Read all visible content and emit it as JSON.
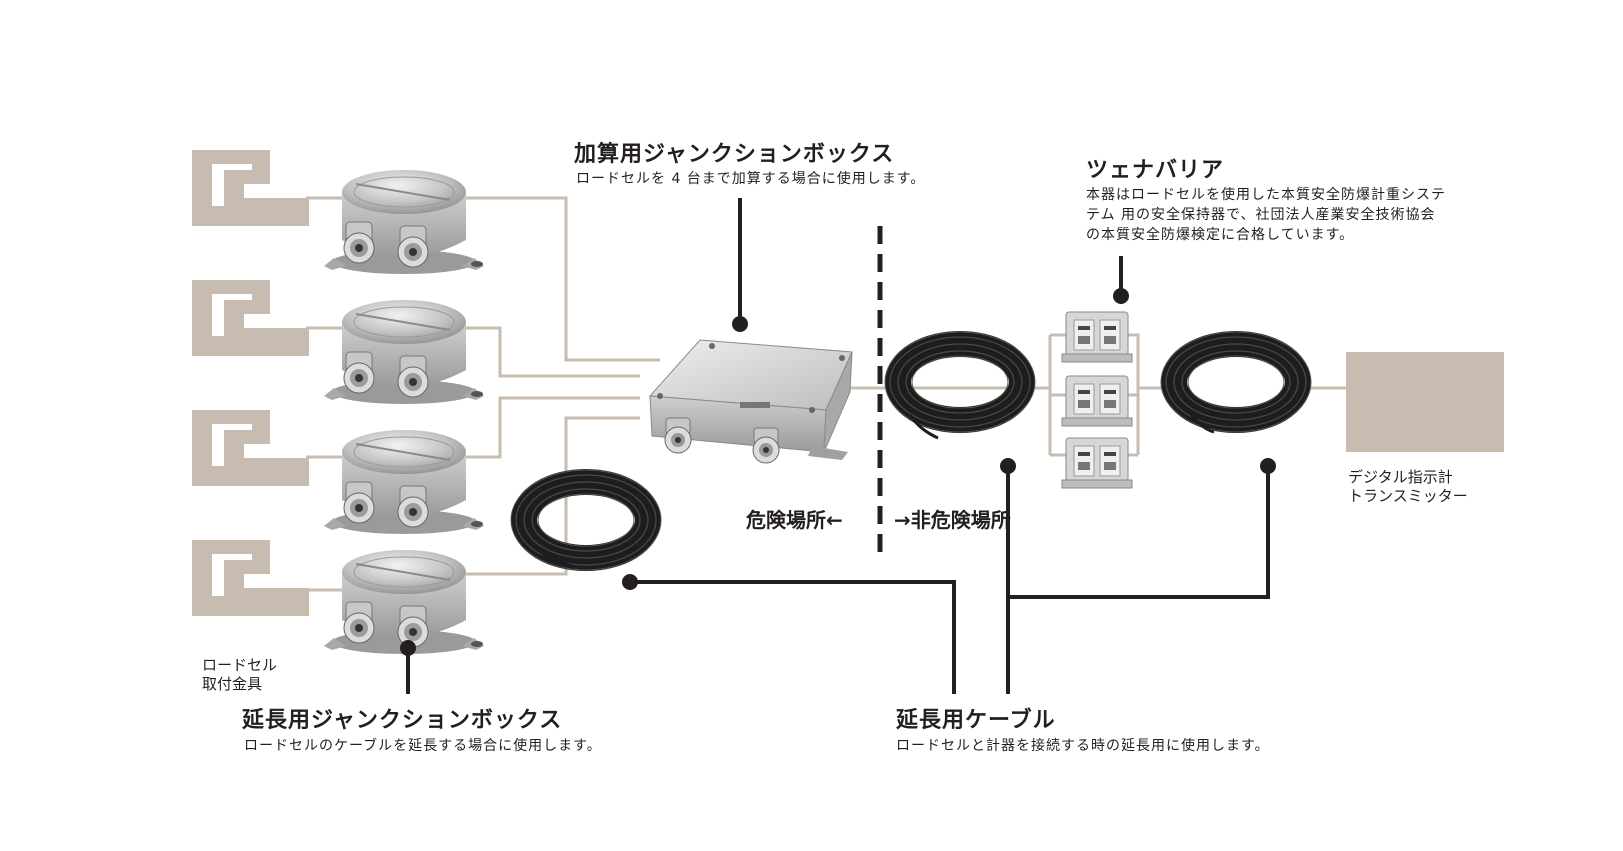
{
  "sum_box": {
    "title": "加算用ジャンクションボックス",
    "desc": "ロードセルを 4 台まで加算する場合に使用します。"
  },
  "barrier": {
    "title": "ツェナバリア",
    "desc_lines": [
      "本器はロードセルを使用した本質安全防爆計重システ",
      "テム 用の安全保持器で、社団法人産業安全技術協会",
      "の本質安全防爆検定に合格しています。"
    ]
  },
  "zones": {
    "hazard": "危険場所←",
    "non_hazard": "→非危険場所"
  },
  "indicator": {
    "lines": [
      "デジタル指示計",
      "トランスミッター"
    ]
  },
  "mount": {
    "lines": [
      "ロードセル",
      "取付金具"
    ]
  },
  "ext_box": {
    "title": "延長用ジャンクションボックス",
    "desc": "ロードセルのケーブルを延長する場合に使用します。"
  },
  "ext_cable": {
    "title": "延長用ケーブル",
    "desc": "ロードセルと計器を接続する時の延長用に使用します。"
  },
  "colors": {
    "tan": "#c8bcb1",
    "line": "#231f20",
    "metal": "#b9b9b9",
    "cable": "#1d1d1d"
  }
}
